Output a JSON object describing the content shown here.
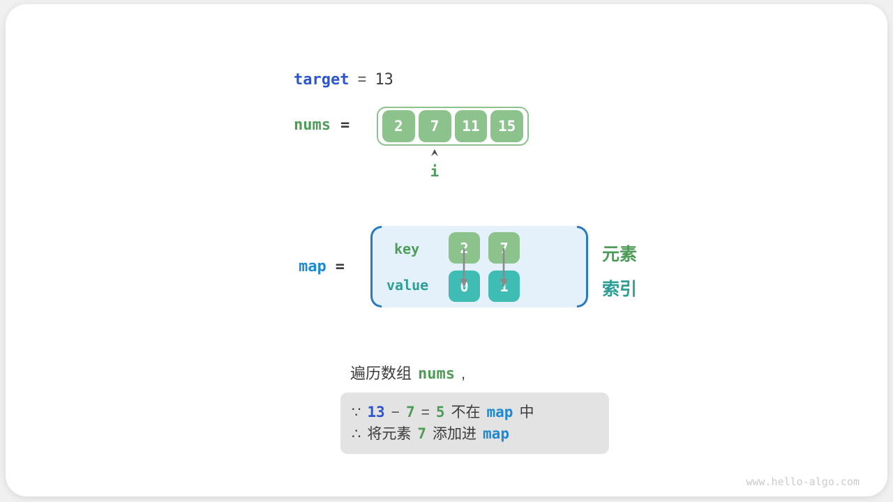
{
  "colors": {
    "royal_blue": "#2C55D2",
    "azure_blue": "#1E8AD2",
    "green": "#4D9C58",
    "teal": "#2D9E96",
    "green_box": "#8CC28C",
    "teal_box": "#3FBCB4",
    "map_fill": "#E4F1FA",
    "map_bracket": "#2879BD",
    "dark_text": "#3C3C3C",
    "arrow_gray": "#8A8A8A",
    "note_bg": "#E3E3E3",
    "watermark_gray": "#CBCBCB"
  },
  "target_line": {
    "name": "target",
    "op": "=",
    "value": "13"
  },
  "nums_line": {
    "name": "nums",
    "op": "="
  },
  "nums_array": {
    "cells": [
      "2",
      "7",
      "11",
      "15"
    ]
  },
  "index_pointer": {
    "label": "i"
  },
  "map_line": {
    "name": "map",
    "op": "="
  },
  "map_table": {
    "key_label": "key",
    "value_label": "value",
    "keys": [
      "2",
      "7"
    ],
    "values": [
      "0",
      "1"
    ]
  },
  "legend": {
    "element": "元素",
    "index": "索引"
  },
  "caption": {
    "prefix": "遍历数组",
    "code": "nums",
    "comma": ","
  },
  "note": {
    "line1": {
      "sym": "∵",
      "a": "13",
      "minus": "−",
      "b": "7",
      "eq": "=",
      "c": "5",
      "t1": "不在",
      "code": "map",
      "t2": "中"
    },
    "line2": {
      "sym": "∴",
      "t1": "将元素",
      "a": "7",
      "t2": "添加进",
      "code": "map"
    }
  },
  "watermark": "www.hello-algo.com"
}
